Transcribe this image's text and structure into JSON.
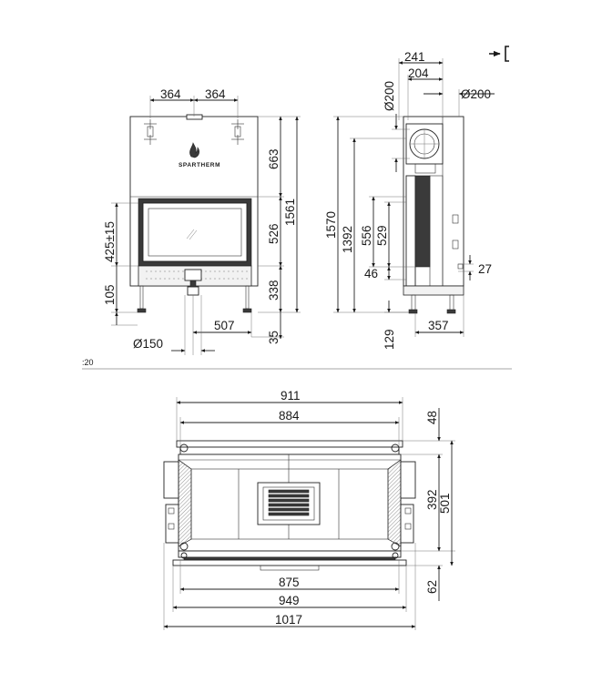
{
  "brand": "SPARTHERM",
  "scale_label": ":20",
  "view_marker": "→[",
  "front_view": {
    "dims": {
      "top_left": "364",
      "top_right": "364",
      "h663": "663",
      "h1561": "1561",
      "h526": "526",
      "h425": "425±15",
      "h105": "105",
      "h338": "338",
      "w507": "507",
      "h35": "35",
      "d150": "Ø150"
    }
  },
  "side_view": {
    "dims": {
      "w241": "241",
      "w204": "204",
      "d200_left": "Ø200",
      "d200_right": "Ø200",
      "h1570": "1570",
      "h1392": "1392",
      "h556": "556",
      "h529": "529",
      "h46": "46",
      "h27": "27",
      "w357": "357",
      "h129": "129"
    }
  },
  "plan_view": {
    "dims": {
      "w911": "911",
      "w884": "884",
      "d48": "48",
      "d392": "392",
      "d501": "501",
      "w875": "875",
      "w949": "949",
      "w1017": "1017",
      "d62": "62"
    }
  }
}
